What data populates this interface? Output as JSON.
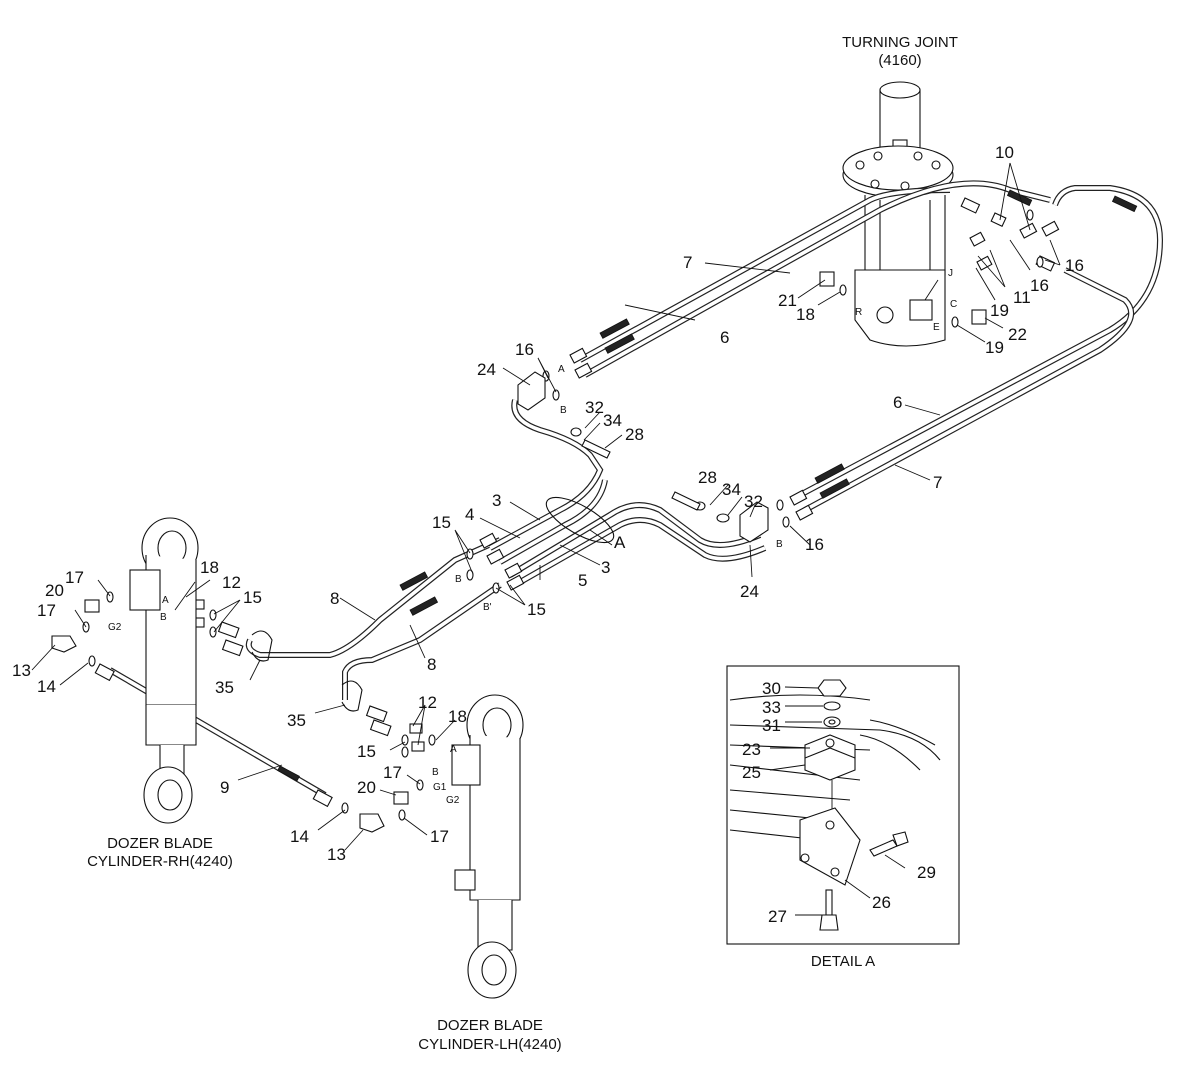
{
  "captions": {
    "turning_joint": "TURNING JOINT",
    "turning_joint_code": "(4160)",
    "cyl_rh_line1": "DOZER BLADE",
    "cyl_rh_line2": "CYLINDER-RH(4240)",
    "cyl_lh_line1": "DOZER BLADE",
    "cyl_lh_line2": "CYLINDER-LH(4240)",
    "detail_a": "DETAIL A",
    "section_a": "A"
  },
  "labels": {
    "n3": "3",
    "n4": "4",
    "n5": "5",
    "n6": "6",
    "n7": "7",
    "n8": "8",
    "n9": "9",
    "n10": "10",
    "n11": "11",
    "n12": "12",
    "n13": "13",
    "n14": "14",
    "n15": "15",
    "n16": "16",
    "n17": "17",
    "n18": "18",
    "n19": "19",
    "n20": "20",
    "n21": "21",
    "n22": "22",
    "n23": "23",
    "n24": "24",
    "n25": "25",
    "n26": "26",
    "n27": "27",
    "n28": "28",
    "n29": "29",
    "n30": "30",
    "n31": "31",
    "n32": "32",
    "n33": "33",
    "n34": "34",
    "n35": "35"
  },
  "ports": {
    "a": "A",
    "b": "B",
    "b_prime": "B'",
    "c": "C",
    "e": "E",
    "j": "J",
    "r": "R",
    "g1": "G1",
    "g2": "G2"
  }
}
